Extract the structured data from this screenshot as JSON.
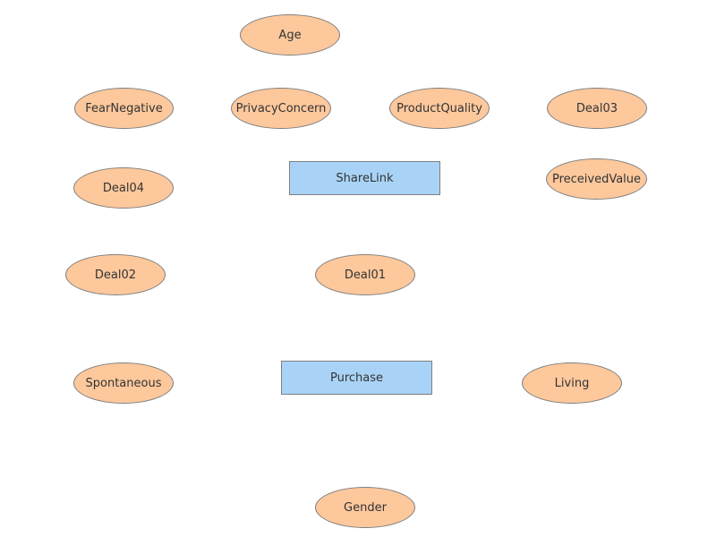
{
  "diagram": {
    "colors": {
      "ellipse_fill": "#fdc89c",
      "rect_fill": "#a9d3f6",
      "border": "#7f7f7f",
      "text": "#333333"
    },
    "nodes": {
      "age": {
        "label": "Age",
        "shape": "ellipse"
      },
      "fear_negative": {
        "label": "FearNegative",
        "shape": "ellipse"
      },
      "privacy_concern": {
        "label": "PrivacyConcern",
        "shape": "ellipse"
      },
      "product_quality": {
        "label": "ProductQuality",
        "shape": "ellipse"
      },
      "deal03": {
        "label": "Deal03",
        "shape": "ellipse"
      },
      "share_link": {
        "label": "ShareLink",
        "shape": "rectangle"
      },
      "deal04": {
        "label": "Deal04",
        "shape": "ellipse"
      },
      "preceived_value": {
        "label": "PreceivedValue",
        "shape": "ellipse"
      },
      "deal02": {
        "label": "Deal02",
        "shape": "ellipse"
      },
      "deal01": {
        "label": "Deal01",
        "shape": "ellipse"
      },
      "purchase": {
        "label": "Purchase",
        "shape": "rectangle"
      },
      "spontaneous": {
        "label": "Spontaneous",
        "shape": "ellipse"
      },
      "living": {
        "label": "Living",
        "shape": "ellipse"
      },
      "gender": {
        "label": "Gender",
        "shape": "ellipse"
      }
    }
  }
}
